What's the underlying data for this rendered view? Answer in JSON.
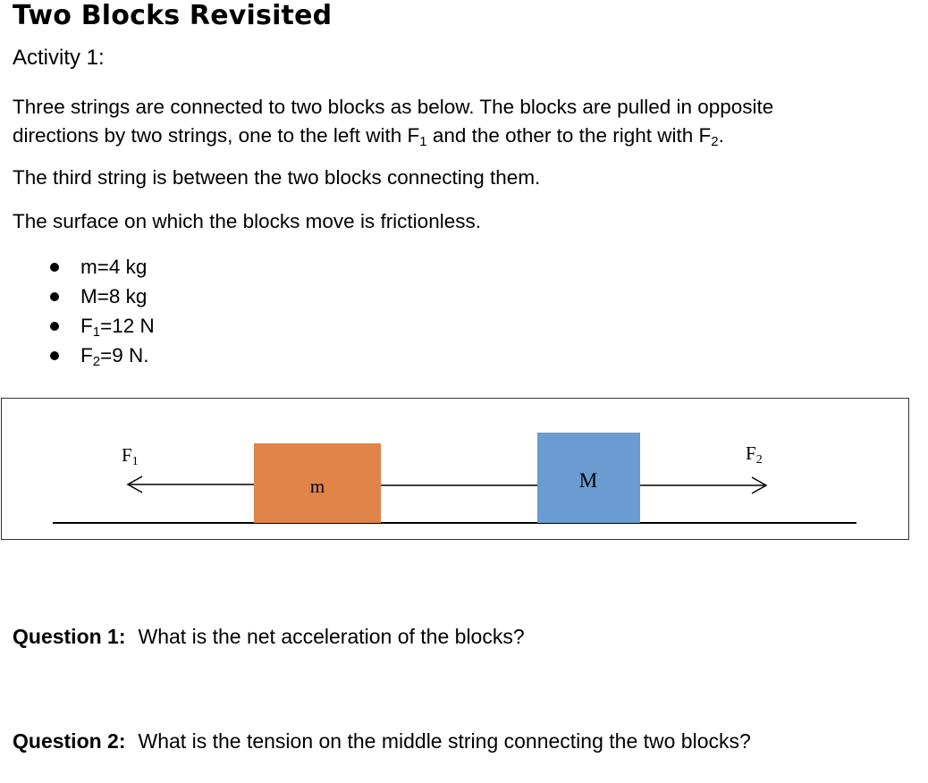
{
  "title": "Two Blocks Revisited",
  "activity": "Activity 1:",
  "intro": {
    "line1_a": "Three strings are connected to two blocks as below. The blocks are pulled in opposite",
    "line2_a": "directions by two strings, one to the left with F",
    "line2_sub1": "1",
    "line2_b": " and the other to the right with F",
    "line2_sub2": "2",
    "line2_c": ".",
    "third_string": "The third string is between the two blocks connecting them.",
    "surface": "The surface on which the blocks move is frictionless."
  },
  "givens": [
    {
      "text": "m=4 kg"
    },
    {
      "text": "M=8 kg"
    },
    {
      "pre": "F",
      "sub": "1",
      "post": "=12 N"
    },
    {
      "pre": "F",
      "sub": "2",
      "post": "=9 N."
    }
  ],
  "diagram": {
    "f1_label": "F",
    "f1_sub": "1",
    "f2_label": "F",
    "f2_sub": "2",
    "block_small_label": "m",
    "block_large_label": "M",
    "block_small_color": "#E0844A",
    "block_large_color": "#6A9BD1"
  },
  "questions": [
    {
      "label": "Question 1:",
      "text": "What is the net acceleration of the blocks?"
    },
    {
      "label": "Question 2:",
      "text": "What is the tension on the middle string connecting the two blocks?"
    }
  ]
}
